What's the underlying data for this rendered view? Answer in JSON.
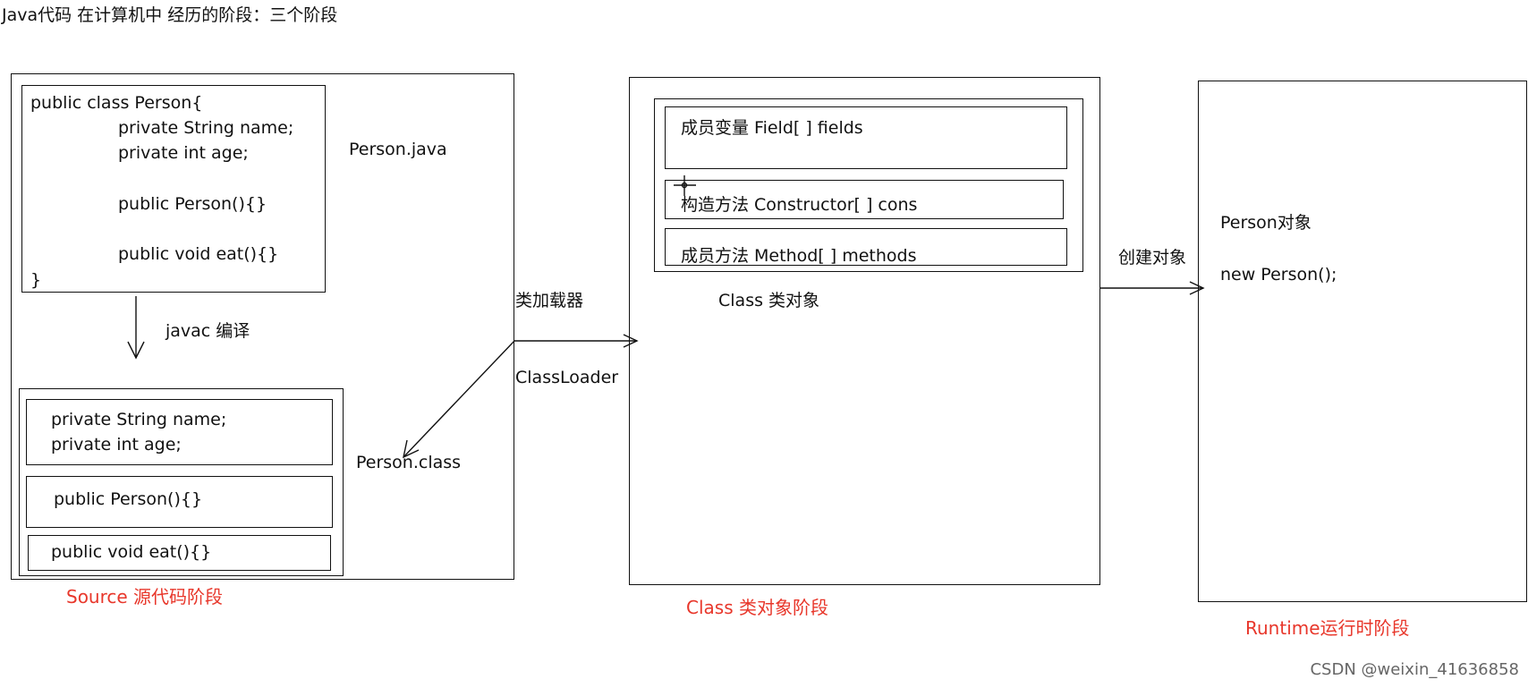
{
  "title": "Java代码 在计算机中 经历的阶段：三个阶段",
  "source_stage": {
    "label": "Source 源代码阶段",
    "java_file_name": "Person.java",
    "code_lines": [
      "public class Person{",
      "private String name;",
      "private int age;",
      "public Person(){}",
      "public void eat(){}",
      "}"
    ],
    "compile_label": "javac 编译",
    "class_file_name": "Person.class",
    "class_file_sections": {
      "fields": [
        "private String name;",
        "private int age;"
      ],
      "constructor": "public Person(){}",
      "method": "public void eat(){}"
    }
  },
  "loader": {
    "label_cn": "类加载器",
    "label_en": "ClassLoader"
  },
  "class_stage": {
    "label": "Class 类对象阶段",
    "object_label": "Class 类对象",
    "members": {
      "fields": "成员变量  Field[ ] fields",
      "constructors": "构造方法  Constructor[ ] cons",
      "methods": "成员方法  Method[ ] methods"
    }
  },
  "create_label": "创建对象",
  "runtime_stage": {
    "label": "Runtime运行时阶段",
    "object_label": "Person对象",
    "code": "new Person();"
  },
  "watermark": "CSDN @weixin_41636858"
}
